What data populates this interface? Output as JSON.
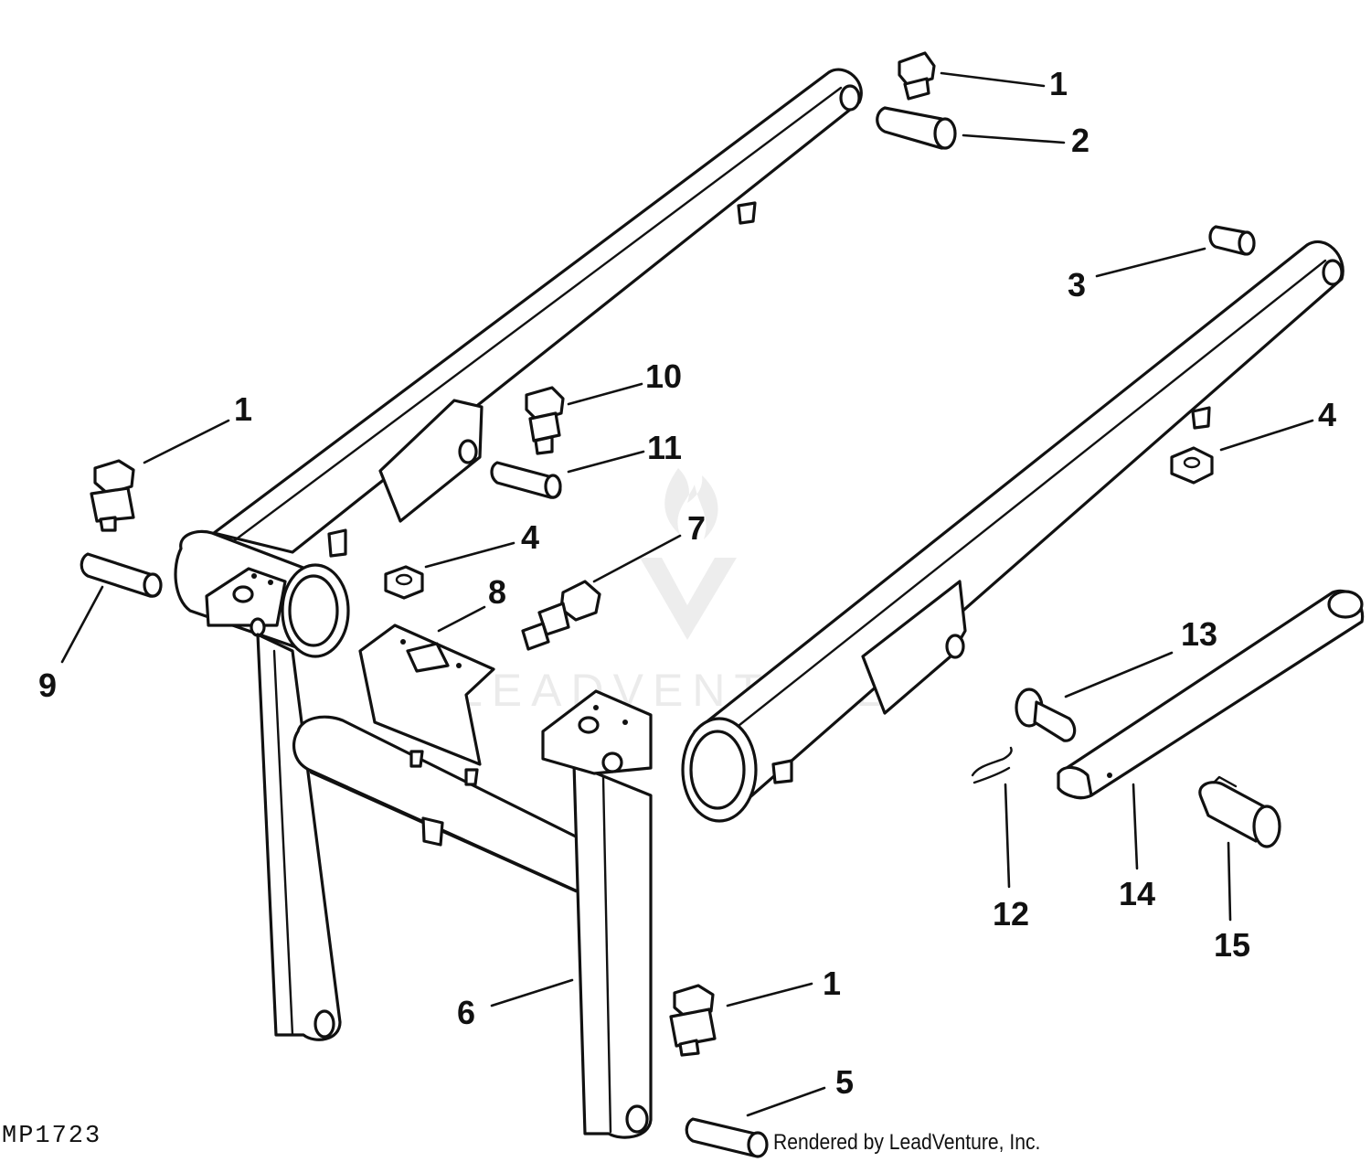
{
  "diagram": {
    "figure_code": "MP1723",
    "credit": "Rendered by LeadVenture, Inc.",
    "watermark": "LEADVENTURE",
    "callouts": {
      "c1_top": "1",
      "c2": "2",
      "c3": "3",
      "c10": "10",
      "c1_left": "1",
      "c11": "11",
      "c4_right": "4",
      "c7": "7",
      "c4_mid": "4",
      "c8": "8",
      "c9": "9",
      "c13": "13",
      "c12": "12",
      "c14": "14",
      "c15": "15",
      "c1_bottom": "1",
      "c6": "6",
      "c5": "5"
    }
  }
}
